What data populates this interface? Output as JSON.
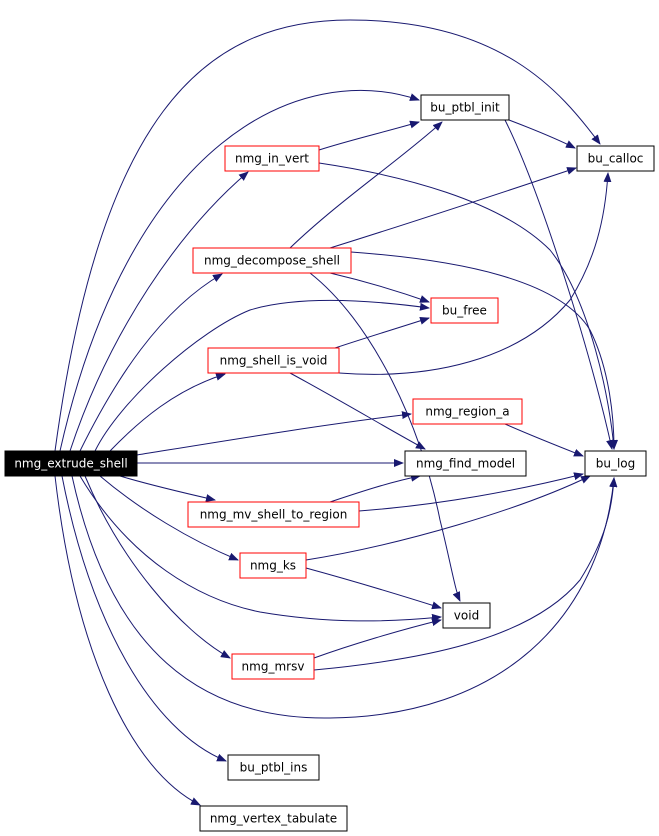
{
  "colors": {
    "edge": "#191970",
    "root_fill": "#000000",
    "root_text": "#ffffff",
    "red_border": "#ff0000",
    "black_border": "#000000",
    "node_fill": "#ffffff",
    "text": "#000000"
  },
  "nodes": [
    {
      "id": "nmg_extrude_shell",
      "label": "nmg_extrude_shell",
      "style": "root"
    },
    {
      "id": "bu_ptbl_init",
      "label": "bu_ptbl_init",
      "style": "black"
    },
    {
      "id": "nmg_in_vert",
      "label": "nmg_in_vert",
      "style": "red"
    },
    {
      "id": "bu_calloc",
      "label": "bu_calloc",
      "style": "black"
    },
    {
      "id": "nmg_decompose_shell",
      "label": "nmg_decompose_shell",
      "style": "red"
    },
    {
      "id": "bu_free",
      "label": "bu_free",
      "style": "red"
    },
    {
      "id": "nmg_shell_is_void",
      "label": "nmg_shell_is_void",
      "style": "red"
    },
    {
      "id": "nmg_region_a",
      "label": "nmg_region_a",
      "style": "red"
    },
    {
      "id": "nmg_find_model",
      "label": "nmg_find_model",
      "style": "black"
    },
    {
      "id": "bu_log",
      "label": "bu_log",
      "style": "black"
    },
    {
      "id": "nmg_mv_shell_to_region",
      "label": "nmg_mv_shell_to_region",
      "style": "red"
    },
    {
      "id": "nmg_ks",
      "label": "nmg_ks",
      "style": "red"
    },
    {
      "id": "void",
      "label": "void",
      "style": "black"
    },
    {
      "id": "nmg_mrsv",
      "label": "nmg_mrsv",
      "style": "red"
    },
    {
      "id": "bu_ptbl_ins",
      "label": "bu_ptbl_ins",
      "style": "black"
    },
    {
      "id": "nmg_vertex_tabulate",
      "label": "nmg_vertex_tabulate",
      "style": "black"
    }
  ],
  "edges": [
    {
      "from": "nmg_extrude_shell",
      "to": "bu_ptbl_init"
    },
    {
      "from": "nmg_extrude_shell",
      "to": "bu_calloc"
    },
    {
      "from": "nmg_extrude_shell",
      "to": "nmg_in_vert"
    },
    {
      "from": "nmg_extrude_shell",
      "to": "nmg_decompose_shell"
    },
    {
      "from": "nmg_extrude_shell",
      "to": "bu_free"
    },
    {
      "from": "nmg_extrude_shell",
      "to": "nmg_shell_is_void"
    },
    {
      "from": "nmg_extrude_shell",
      "to": "nmg_region_a"
    },
    {
      "from": "nmg_extrude_shell",
      "to": "nmg_find_model"
    },
    {
      "from": "nmg_extrude_shell",
      "to": "nmg_mv_shell_to_region"
    },
    {
      "from": "nmg_extrude_shell",
      "to": "nmg_ks"
    },
    {
      "from": "nmg_extrude_shell",
      "to": "void"
    },
    {
      "from": "nmg_extrude_shell",
      "to": "nmg_mrsv"
    },
    {
      "from": "nmg_extrude_shell",
      "to": "bu_log"
    },
    {
      "from": "nmg_extrude_shell",
      "to": "bu_ptbl_ins"
    },
    {
      "from": "nmg_extrude_shell",
      "to": "nmg_vertex_tabulate"
    },
    {
      "from": "nmg_in_vert",
      "to": "bu_ptbl_init"
    },
    {
      "from": "nmg_in_vert",
      "to": "bu_log"
    },
    {
      "from": "bu_ptbl_init",
      "to": "bu_calloc"
    },
    {
      "from": "bu_ptbl_init",
      "to": "bu_log"
    },
    {
      "from": "nmg_decompose_shell",
      "to": "bu_ptbl_init"
    },
    {
      "from": "nmg_decompose_shell",
      "to": "bu_calloc"
    },
    {
      "from": "nmg_decompose_shell",
      "to": "bu_free"
    },
    {
      "from": "nmg_decompose_shell",
      "to": "bu_log"
    },
    {
      "from": "nmg_decompose_shell",
      "to": "void"
    },
    {
      "from": "nmg_shell_is_void",
      "to": "bu_free"
    },
    {
      "from": "nmg_shell_is_void",
      "to": "bu_calloc"
    },
    {
      "from": "nmg_shell_is_void",
      "to": "nmg_find_model"
    },
    {
      "from": "nmg_region_a",
      "to": "bu_log"
    },
    {
      "from": "nmg_mv_shell_to_region",
      "to": "nmg_find_model"
    },
    {
      "from": "nmg_mv_shell_to_region",
      "to": "bu_log"
    },
    {
      "from": "nmg_ks",
      "to": "bu_log"
    },
    {
      "from": "nmg_ks",
      "to": "void"
    },
    {
      "from": "nmg_mrsv",
      "to": "void"
    },
    {
      "from": "nmg_mrsv",
      "to": "bu_log"
    }
  ]
}
